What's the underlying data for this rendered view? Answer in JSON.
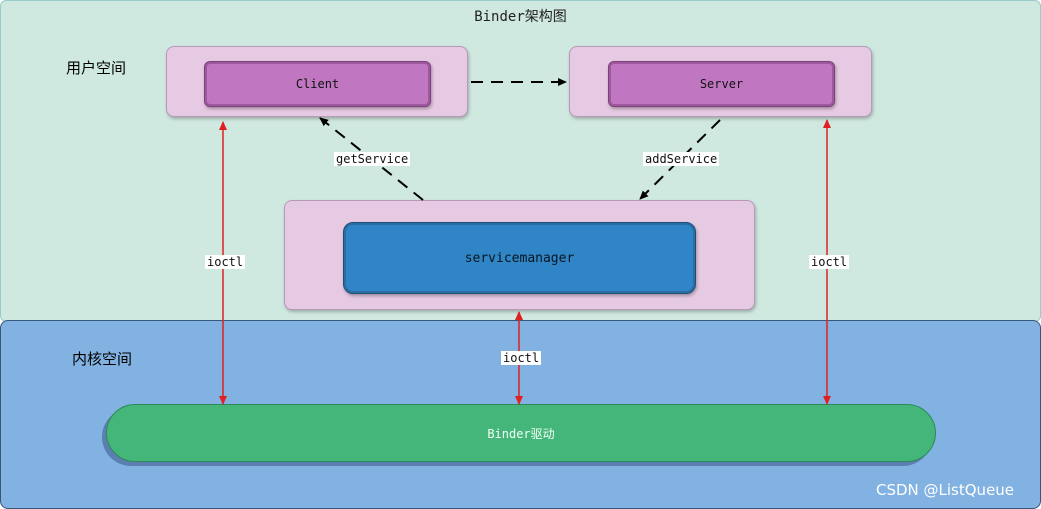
{
  "title": "Binder架构图",
  "regions": {
    "user_space": "用户空间",
    "kernel_space": "内核空间"
  },
  "nodes": {
    "client": "Client",
    "server": "Server",
    "servicemanager": "servicemanager",
    "binder_driver": "Binder驱动"
  },
  "edge_labels": {
    "get_service": "getService",
    "add_service": "addService",
    "ioctl_client": "ioctl",
    "ioctl_servicemanager": "ioctl",
    "ioctl_server": "ioctl"
  },
  "watermark": "CSDN @ListQueue",
  "colors": {
    "user_space_bg": "#cfe8e0",
    "kernel_space_bg": "#82b2e2",
    "process_outer": "#e6cae3",
    "process_inner": "#c076c0",
    "servicemanager_inner": "#2f85c5",
    "binder_driver": "#44b67a",
    "ioctl_arrow": "#e02020",
    "dashed_arrow": "#000000"
  }
}
